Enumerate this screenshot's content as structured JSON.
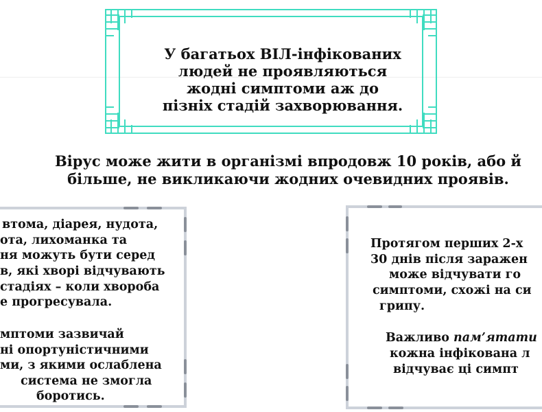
{
  "headline": {
    "lines": [
      "У багатьох ВІЛ-інфікованих",
      "людей не проявляються",
      "жодні симптоми аж до",
      "пізніх стадій захворювання."
    ]
  },
  "main_text": {
    "lines": [
      "Вірус може жити в організмі впродовж 10 років, або й",
      "більше, не викликаючи жодних очевидних проявів."
    ]
  },
  "left_box": {
    "lines": [
      "втома, діарея, нудота,",
      "ота, лихоманка та",
      "ня можуть бути серед",
      "в, які хворі відчувають",
      "стадіях – коли хвороба",
      "е прогресувала.",
      "мптоми зазвичай",
      "ні опортуністичними",
      "ми, з якими ослаблена",
      "система не змогла",
      "боротись."
    ]
  },
  "right_box": {
    "lines": [
      "Протягом перших 2-х",
      "30 днів після заражен",
      "може відчувати го",
      "симптоми, схожі на си",
      "грипу."
    ],
    "line6_plain": "Важливо ",
    "line6_italic": "пам’ятати",
    "lines_after": [
      "кожна інфікована л",
      "відчуває ці симпт"
    ]
  },
  "colors": {
    "frame": "#3fdcc0",
    "bone_light": "#cdd2da",
    "bone_dark": "#8a909a"
  }
}
